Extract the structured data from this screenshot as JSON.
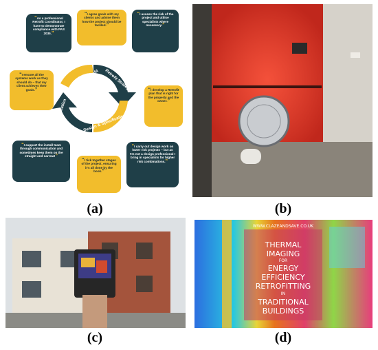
{
  "panel_a": {
    "cycle_stages": [
      "Post Retrofit",
      "Retrofit Strategy",
      "Design & Specification",
      "Installation"
    ],
    "quotes": [
      "As a professional Retrofit Coordinator, I have to demonstrate compliance with PAS 2035.",
      "I agree goals with my clients and advise them how the project should be tackled.",
      "I assess the risk of the project and utilise specialists where necessary.",
      "I develop a Retrofit plan that is right for the property and the owner.",
      "I carry out design work on lower risk projects – but as I'm not a design professional I bring in specialists for higher risk combinations.",
      "I tick together stages of the project, ensuring it's all done by the book.",
      "I support the install team through communication and sometimes keep them on the straight and narrow!",
      "I ensure all the systems work as they should do – that my client achieves their goals."
    ]
  },
  "panel_d": {
    "url": "WWW.CLAZEANDSAVE.CO.UK",
    "line1": "THERMAL",
    "line2": "IMAGING",
    "line3": "FOR",
    "line4": "ENERGY",
    "line5": "EFFICIENCY",
    "line6": "RETROFITTING",
    "line7": "IN",
    "line8": "TRADITIONAL",
    "line9": "BUILDINGS"
  },
  "captions": {
    "a": "(a)",
    "b": "(b)",
    "c": "(c)",
    "d": "(d)"
  },
  "colors": {
    "dark_teal": "#1f3f48",
    "yellow": "#f2bd2c",
    "door_red": "#e8372a"
  }
}
